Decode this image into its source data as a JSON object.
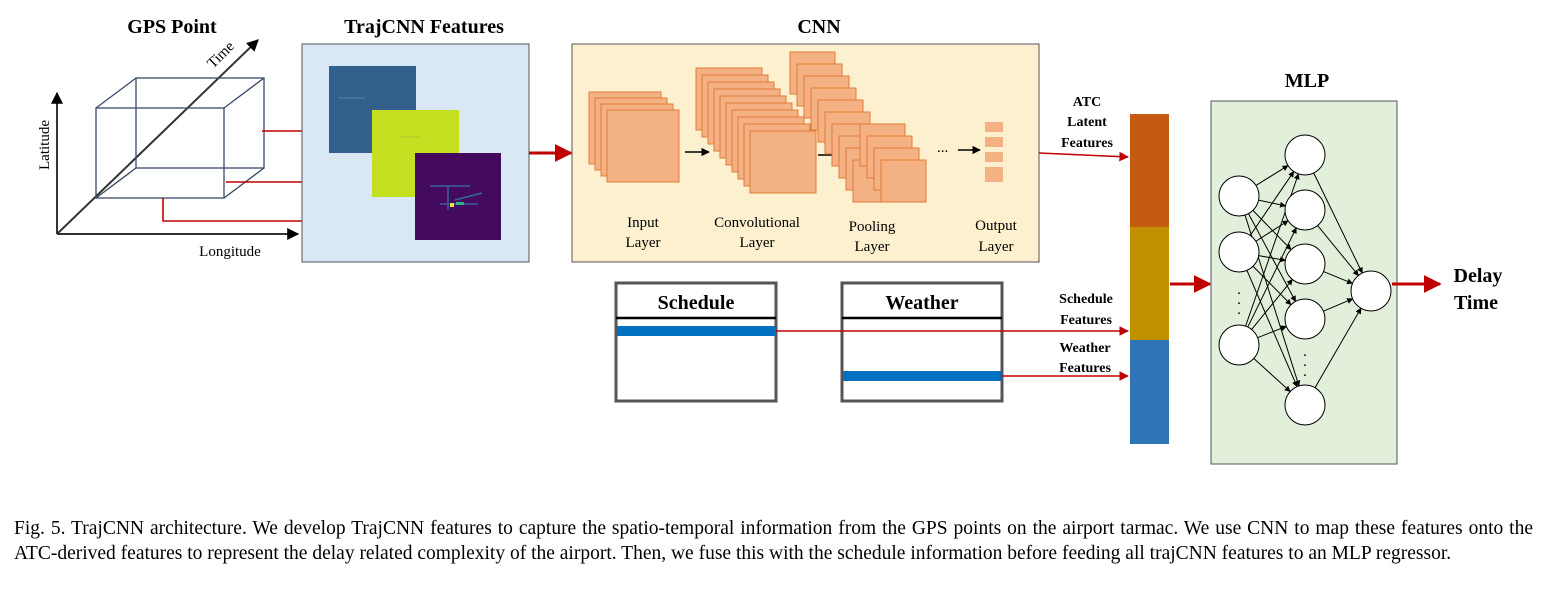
{
  "gps": {
    "title": "GPS Point",
    "axis_time": "Time",
    "axis_latitude": "Latitude",
    "axis_longitude": "Longitude"
  },
  "traj": {
    "title": "TrajCNN Features"
  },
  "cnn": {
    "title": "CNN",
    "input_l1": "Input",
    "input_l2": "Layer",
    "conv_l1": "Convolutional",
    "conv_l2": "Layer",
    "pool_l1": "Pooling",
    "pool_l2": "Layer",
    "out_l1": "Output",
    "out_l2": "Layer",
    "ellipsis": "..."
  },
  "schedule": {
    "title": "Schedule"
  },
  "weather": {
    "title": "Weather"
  },
  "features": {
    "atc_l1": "ATC",
    "atc_l2": "Latent",
    "atc_l3": "Features",
    "sched_l1": "Schedule",
    "sched_l2": "Features",
    "weather_l1": "Weather",
    "weather_l2": "Features"
  },
  "mlp": {
    "title": "MLP",
    "dots": "·\n·\n·",
    "output_l1": "Delay",
    "output_l2": "Time"
  },
  "colors": {
    "arrow": "#c00000",
    "traj_bg": "#dae8f5",
    "cnn_bg": "#fdf0ce",
    "mlp_bg": "#e2efda",
    "layer_fill": "#f4b183",
    "layer_stroke": "#e07b39",
    "bar_atc": "#c55a11",
    "bar_sched": "#bf9000",
    "bar_weather": "#2e75b6",
    "table_row": "#0070c0"
  },
  "caption": "Fig. 5.  TrajCNN architecture. We develop TrajCNN features to capture the spatio-temporal information from the GPS points on the airport tarmac. We use CNN to map these features onto the ATC-derived features to represent the delay related complexity of the airport. Then, we fuse this with the schedule information before feeding all trajCNN features to an MLP regressor."
}
